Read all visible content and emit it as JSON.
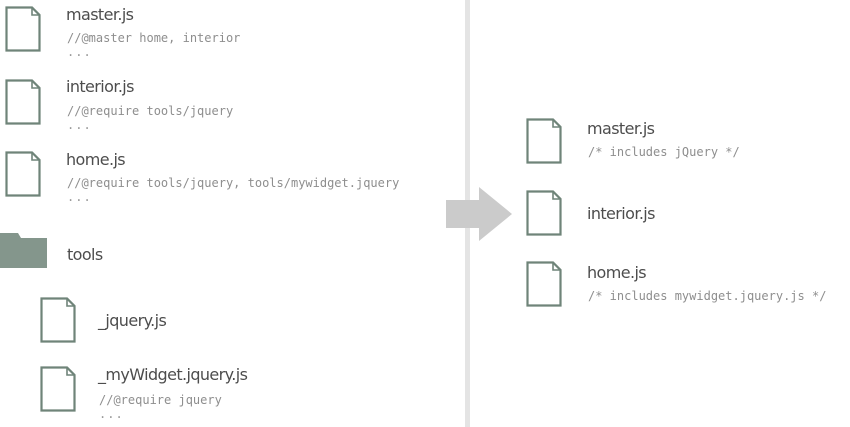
{
  "left_panel": {
    "files": [
      {
        "name": "master.js",
        "code": "//@master home, interior",
        "ellipsis": "..."
      },
      {
        "name": "interior.js",
        "code": "//@require tools/jquery",
        "ellipsis": "..."
      },
      {
        "name": "home.js",
        "code": "//@require tools/jquery, tools/mywidget.jquery",
        "ellipsis": "..."
      }
    ],
    "folder": {
      "name": "tools",
      "files": [
        {
          "name": "_jquery.js"
        },
        {
          "name": "_myWidget.jquery.js",
          "code": "//@require jquery",
          "ellipsis": "..."
        }
      ]
    }
  },
  "right_panel": {
    "files": [
      {
        "name": "master.js",
        "comment": "/* includes jQuery */"
      },
      {
        "name": "interior.js"
      },
      {
        "name": "home.js",
        "comment": "/* includes mywidget.jquery.js */"
      }
    ]
  },
  "colors": {
    "icon_stroke": "#6f8479",
    "folder_fill": "#84968c",
    "arrow": "#cbcbcb",
    "divider": "#e4e4e4"
  },
  "icons": {
    "file": "file-icon",
    "folder": "folder-icon",
    "arrow": "arrow-right-icon"
  }
}
